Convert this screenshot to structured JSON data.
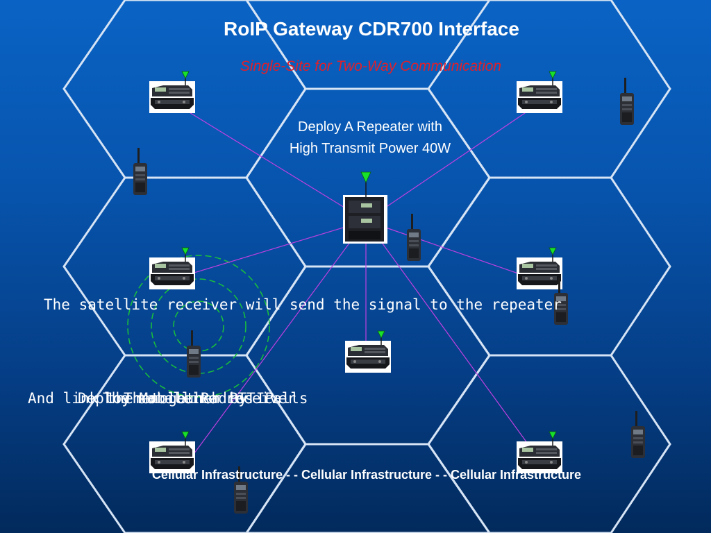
{
  "title": "RoIP Gateway CDR700 Interface",
  "subtitle": "Single-Site for Two-Way Communication",
  "repeater_caption": {
    "line1": "Deploy A Repeater with",
    "line2": "High Transmit Power 40W"
  },
  "satellite_note": "The satellite receiver will send the signal to the repeater",
  "overlapping_texts": [
    "And link them together by IP",
    "Deploy Mobile Radios",
    "The satellite receiver",
    "Then launch PTT calls"
  ],
  "cellular_label": "Cellular Infrastructure - - Cellular Infrastructure - - Cellular Infrastructure",
  "colors": {
    "background_top": "#0a63c4",
    "background_bottom": "#022a5c",
    "hex_grid": "#d6e4f5",
    "link_lines": "#c040e0",
    "coverage_circles": "#19c23a",
    "subtitle": "#e0202a",
    "antenna": "#19e02a"
  },
  "icons": [
    "mobile-radio-icon",
    "handheld-radio-icon",
    "repeater-icon",
    "antenna-icon"
  ]
}
